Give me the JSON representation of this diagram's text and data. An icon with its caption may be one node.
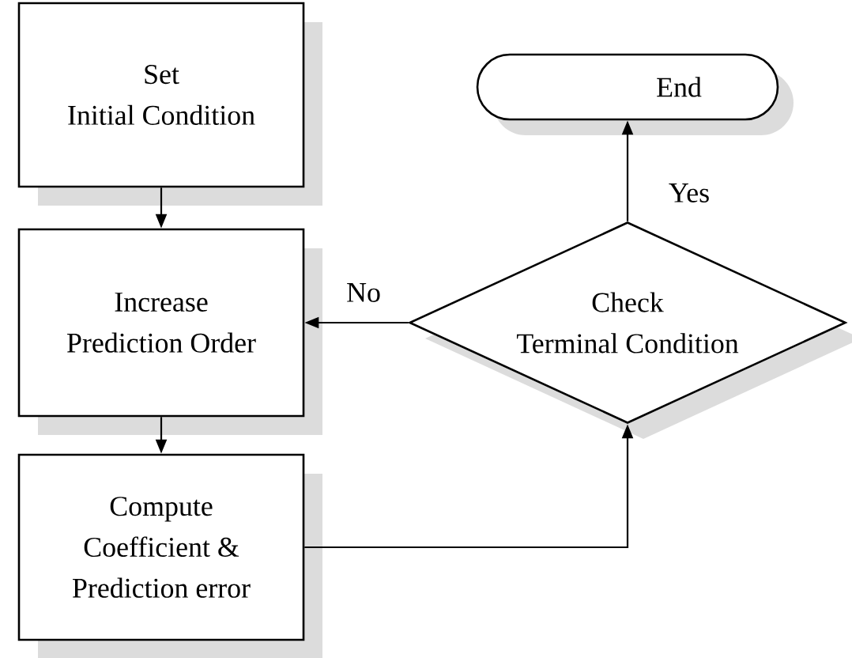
{
  "diagram": {
    "nodes": [
      {
        "text": [
          "Set Initial Condition"
        ]
      },
      {
        "text": [
          "Increase Prediction Order"
        ]
      },
      {
        "text": [
          "Compute Coefficient & Prediction error"
        ]
      },
      {
        "text": [
          "Check Terminal Condition"
        ]
      },
      {
        "text": [
          "End"
        ]
      }
    ],
    "edges": [
      {
        "from": 0,
        "to": 1,
        "arrow": "to"
      },
      {
        "from": 1,
        "to": 2,
        "arrow": "to"
      },
      {
        "from": 2,
        "to": 3,
        "arrow": "to"
      },
      {
        "from": 3,
        "to": 1,
        "arrow": "to",
        "label": "No"
      },
      {
        "from": 3,
        "to": 4,
        "arrow": "to",
        "label": "Yes"
      }
    ]
  }
}
